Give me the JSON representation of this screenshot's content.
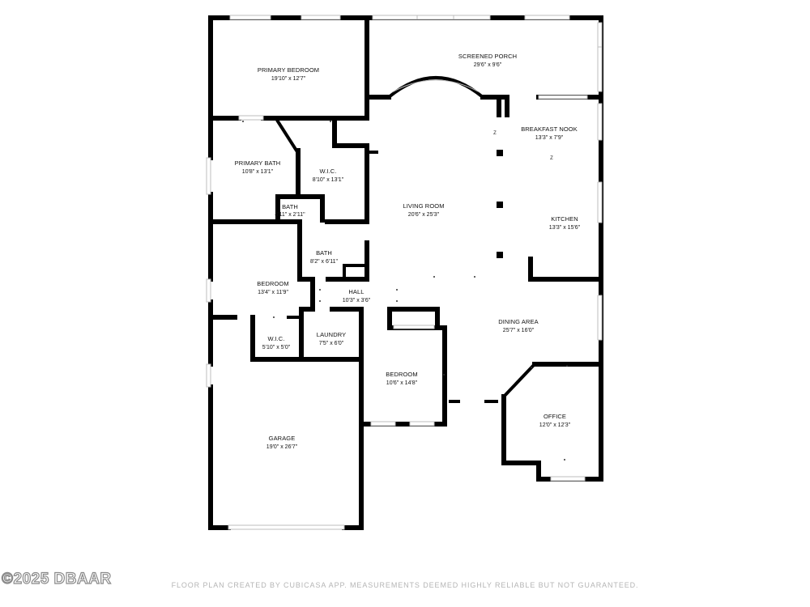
{
  "rooms": {
    "primary_bedroom": {
      "name": "PRIMARY BEDROOM",
      "dims": "19'10\" x 12'7\""
    },
    "screened_porch": {
      "name": "SCREENED PORCH",
      "dims": "29'6\" x 9'6\""
    },
    "breakfast_nook": {
      "name": "BREAKFAST NOOK",
      "dims": "13'3\" x 7'9\""
    },
    "primary_bath": {
      "name": "PRIMARY BATH",
      "dims": "10'8\" x 13'1\""
    },
    "wic_primary": {
      "name": "W.I.C.",
      "dims": "8'10\" x 13'1\""
    },
    "bath_small": {
      "name": "BATH",
      "dims": "4'11\" x 2'11\""
    },
    "living_room": {
      "name": "LIVING ROOM",
      "dims": "20'6\" x 25'3\""
    },
    "kitchen": {
      "name": "KITCHEN",
      "dims": "13'3\" x 15'6\""
    },
    "bath": {
      "name": "BATH",
      "dims": "8'2\" x 6'11\""
    },
    "bedroom_1": {
      "name": "BEDROOM",
      "dims": "13'4\" x 11'9\""
    },
    "hall": {
      "name": "HALL",
      "dims": "10'3\" x 3'6\""
    },
    "wic_small": {
      "name": "W.I.C.",
      "dims": "5'10\" x 5'0\""
    },
    "laundry": {
      "name": "LAUNDRY",
      "dims": "7'5\" x 6'0\""
    },
    "dining_area": {
      "name": "DINING AREA",
      "dims": "25'7\" x 16'0\""
    },
    "bedroom_2": {
      "name": "BEDROOM",
      "dims": "10'6\" x 14'8\""
    },
    "office": {
      "name": "OFFICE",
      "dims": "12'0\" x 12'3\""
    },
    "garage": {
      "name": "GARAGE",
      "dims": "19'0\" x 26'7\""
    }
  },
  "marks": {
    "fridge_mark_1": "Z",
    "fridge_mark_2": "Z"
  },
  "footer": {
    "copyright": "©2025 DBAAR",
    "disclaimer": "FLOOR PLAN CREATED BY CUBICASA APP. MEASUREMENTS DEEMED HIGHLY RELIABLE BUT NOT GUARANTEED."
  },
  "colors": {
    "wall": "#000000",
    "window": "#bdbdbd",
    "watermark_outline": "#8a8a8a",
    "disclaimer": "#b5b5b5"
  }
}
